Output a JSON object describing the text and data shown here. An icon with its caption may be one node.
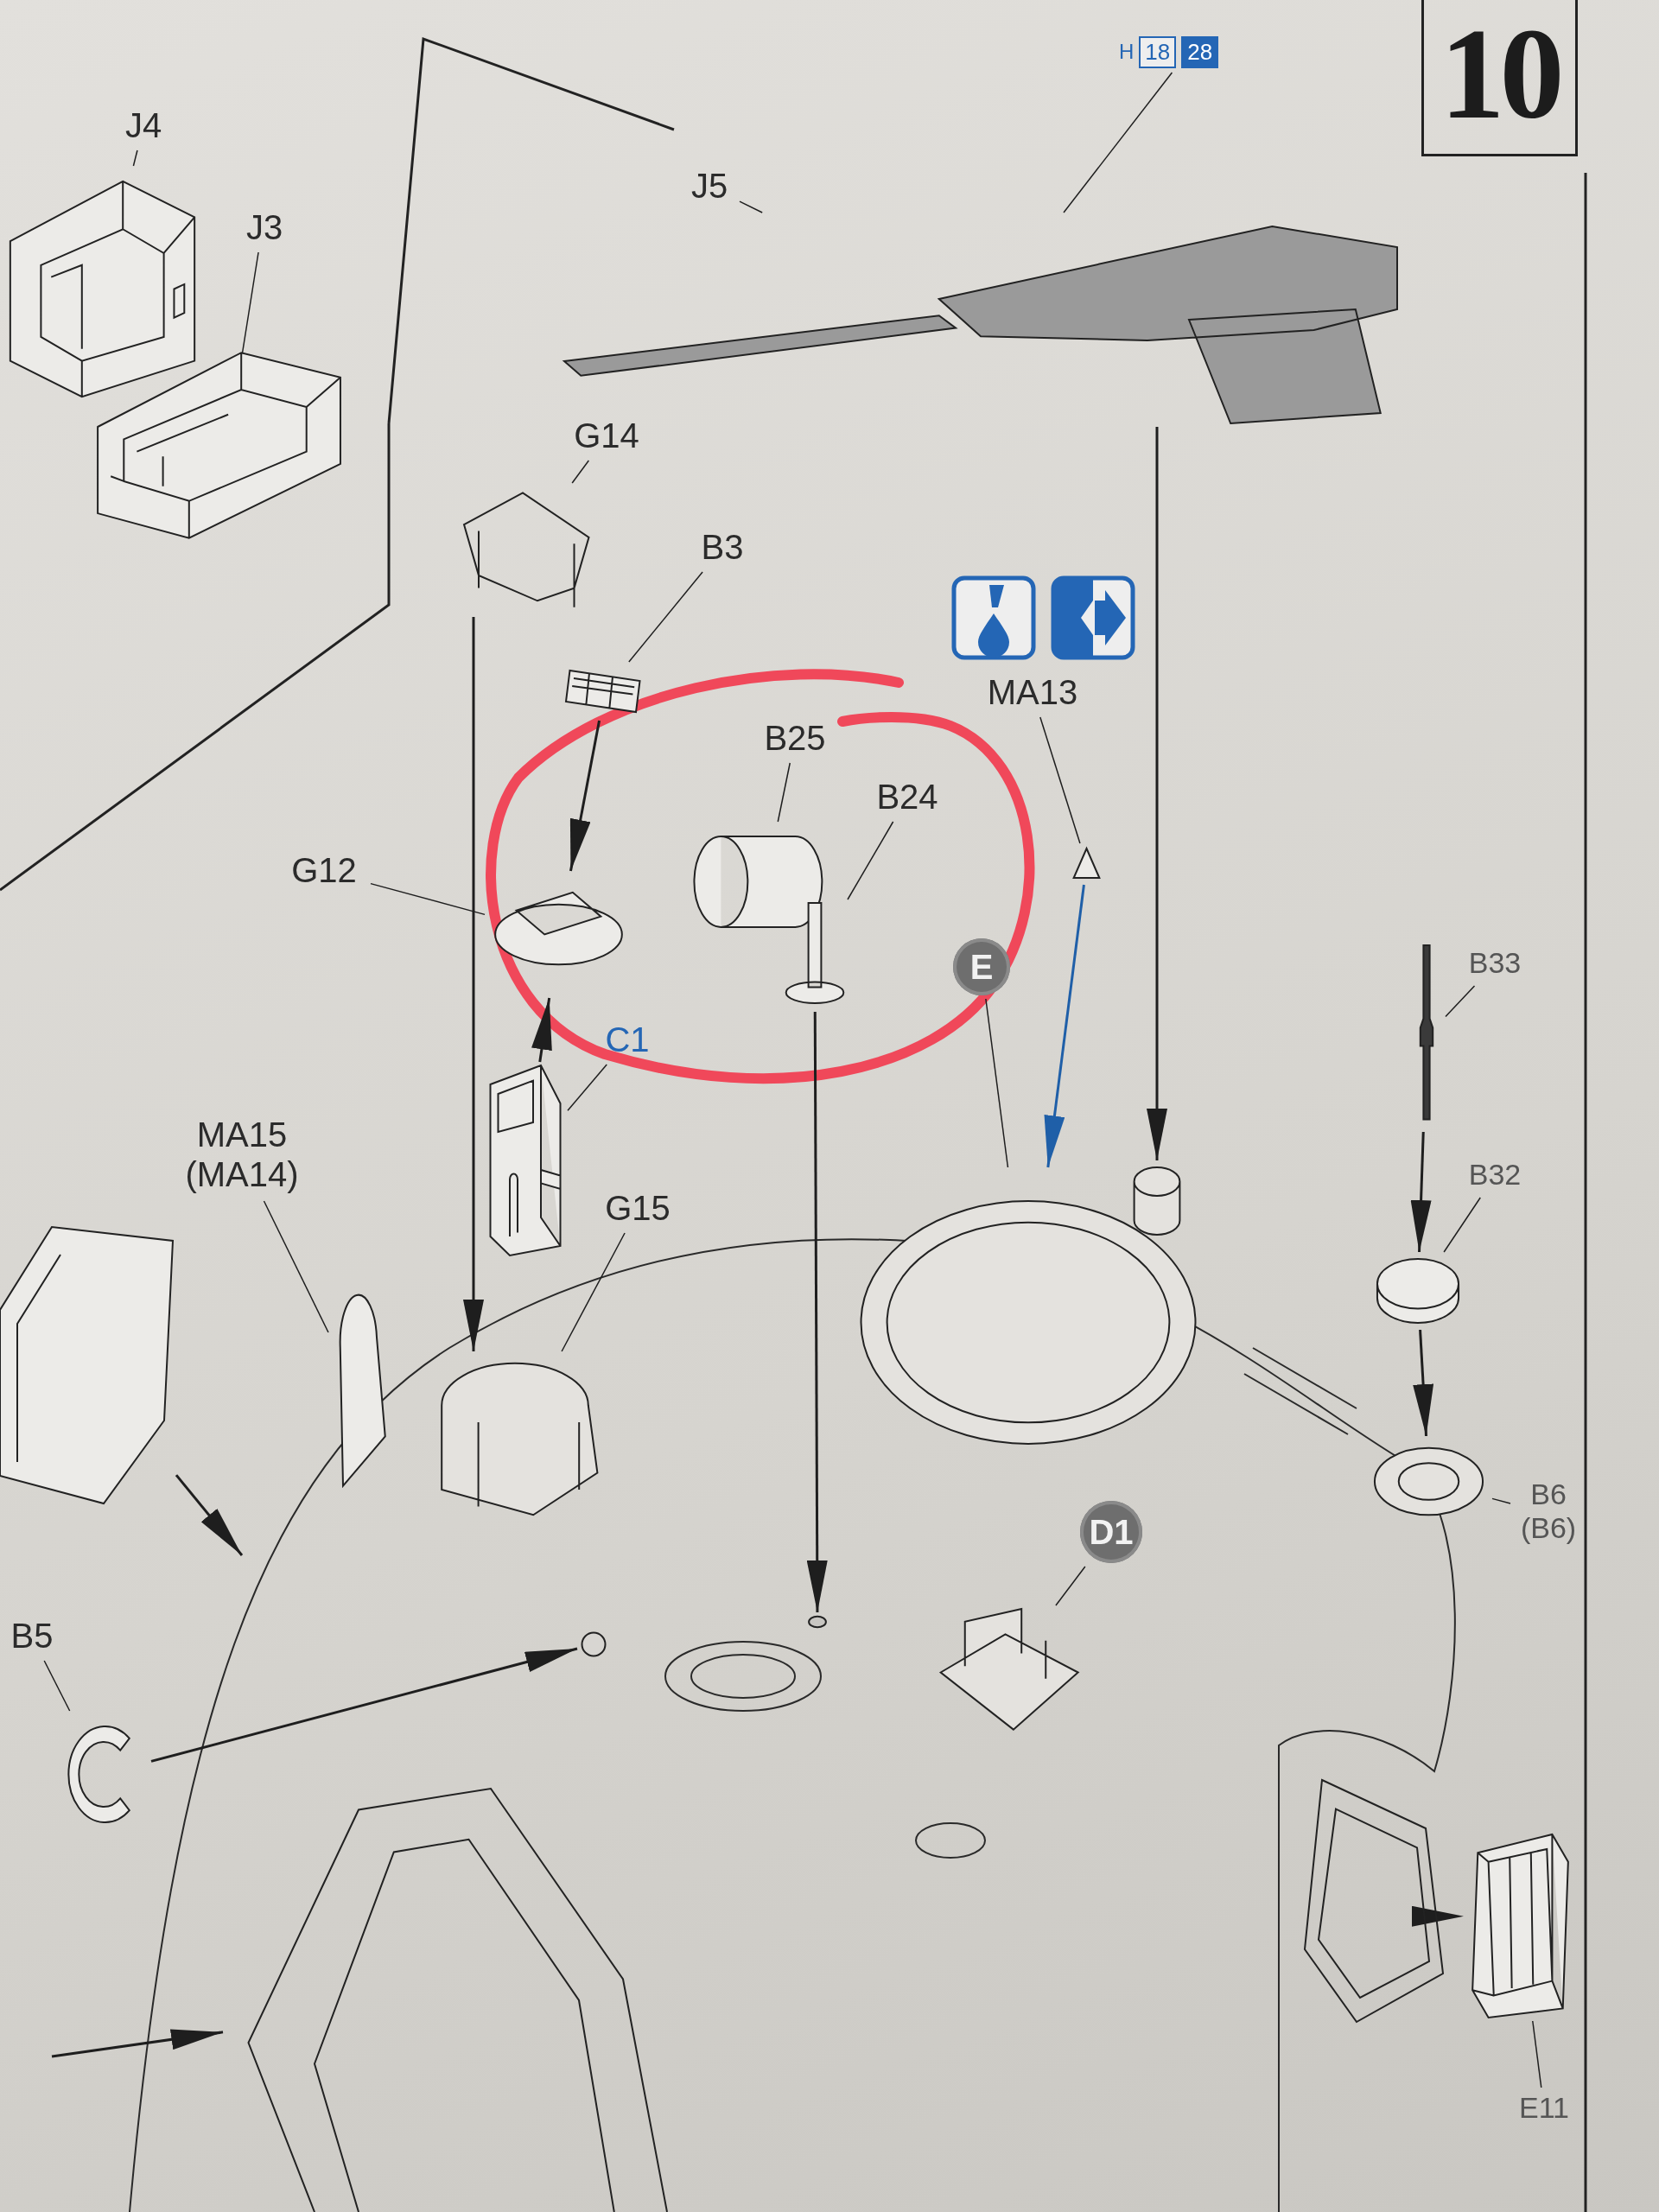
{
  "diagram": {
    "nodes": [
      {
        "text": [
          "J4"
        ]
      },
      {
        "text": [
          "J3"
        ]
      },
      {
        "text": [
          "J5"
        ]
      },
      {
        "text": [
          "G14"
        ]
      },
      {
        "text": [
          "B3"
        ]
      },
      {
        "text": [
          "B25"
        ]
      },
      {
        "text": [
          "B24"
        ]
      },
      {
        "text": [
          "MA13"
        ]
      },
      {
        "text": [
          "G12"
        ]
      },
      {
        "text": [
          "C1"
        ]
      },
      {
        "text": [
          "MA15 (MA14)"
        ]
      },
      {
        "text": [
          "G15"
        ]
      },
      {
        "text": [
          "B33"
        ]
      },
      {
        "text": [
          "B32"
        ]
      },
      {
        "text": [
          "B6 (B6)"
        ]
      },
      {
        "text": [
          "B5"
        ]
      },
      {
        "text": [
          "E11"
        ]
      },
      {
        "text": [
          "E"
        ]
      },
      {
        "text": [
          "D1"
        ]
      },
      {
        "text": [
          "H",
          "18",
          "28"
        ]
      },
      {
        "text": [],
        "shape": "picture"
      },
      {
        "text": [],
        "shape": "picture"
      },
      {
        "text": [],
        "shape": "picture"
      },
      {
        "text": [],
        "shape": "picture"
      },
      {
        "text": [],
        "shape": "picture"
      },
      {
        "text": [],
        "shape": "picture"
      },
      {
        "text": [],
        "shape": "picture"
      },
      {
        "text": [],
        "shape": "picture"
      },
      {
        "text": [],
        "shape": "picture"
      },
      {
        "text": [],
        "shape": "picture"
      },
      {
        "text": [],
        "shape": "picture"
      },
      {
        "text": [],
        "shape": "picture"
      },
      {
        "text": [],
        "shape": "picture"
      },
      {
        "text": [],
        "shape": "picture"
      },
      {
        "text": [],
        "shape": "picture"
      },
      {
        "text": [],
        "shape": "picture"
      },
      {
        "text": [],
        "shape": "picture"
      },
      {
        "text": [],
        "shape": "picture"
      },
      {
        "text": [],
        "shape": "picture"
      },
      {
        "text": [],
        "shape": "picture"
      },
      {
        "text": [],
        "shape": "circle"
      },
      {
        "text": [],
        "shape": "circle"
      },
      {
        "text": [],
        "shape": "picture"
      },
      {
        "text": [],
        "shape": "picture"
      },
      {
        "text": [],
        "shape": "picture"
      }
    ],
    "edges": [
      {
        "from": 0,
        "to": 20,
        "arrow": "none"
      },
      {
        "from": 1,
        "to": 21,
        "arrow": "none"
      },
      {
        "from": 2,
        "to": 22,
        "arrow": "none"
      },
      {
        "from": 3,
        "to": 23,
        "arrow": "none"
      },
      {
        "from": 4,
        "to": 24,
        "arrow": "none"
      },
      {
        "from": 5,
        "to": 25,
        "arrow": "none"
      },
      {
        "from": 6,
        "to": 26,
        "arrow": "none"
      },
      {
        "from": 7,
        "to": 27,
        "arrow": "none"
      },
      {
        "from": 8,
        "to": 28,
        "arrow": "none"
      },
      {
        "from": 9,
        "to": 29,
        "arrow": "none"
      },
      {
        "from": 10,
        "to": 30,
        "arrow": "none"
      },
      {
        "from": 11,
        "to": 31,
        "arrow": "none"
      },
      {
        "from": 12,
        "to": 32,
        "arrow": "none"
      },
      {
        "from": 13,
        "to": 33,
        "arrow": "none"
      },
      {
        "from": 14,
        "to": 34,
        "arrow": "none"
      },
      {
        "from": 15,
        "to": 35,
        "arrow": "none"
      },
      {
        "from": 16,
        "to": 36,
        "arrow": "none"
      },
      {
        "from": 17,
        "to": 37,
        "arrow": "none"
      },
      {
        "from": 18,
        "to": 38,
        "arrow": "none"
      },
      {
        "from": 19,
        "to": 22,
        "arrow": "none"
      },
      {
        "from": 22,
        "to": 39,
        "arrow": "to"
      },
      {
        "from": 23,
        "to": 31,
        "arrow": "to"
      },
      {
        "from": 24,
        "to": 28,
        "arrow": "to"
      },
      {
        "from": 29,
        "to": 28,
        "arrow": "to"
      },
      {
        "from": 26,
        "to": 40,
        "arrow": "to"
      },
      {
        "from": 27,
        "to": 37,
        "arrow": "to",
        "color": "#1f5fa8"
      },
      {
        "from": 32,
        "to": 33,
        "arrow": "to"
      },
      {
        "from": 33,
        "to": 34,
        "arrow": "to"
      },
      {
        "from": 35,
        "to": 41,
        "arrow": "to"
      },
      {
        "from": null,
        "to": 42,
        "arrow": "to"
      },
      {
        "from": 44,
        "to": null,
        "arrow": "to"
      },
      {
        "from": 36,
        "to": 43,
        "arrow": "to"
      }
    ],
    "labels": [
      "10"
    ]
  }
}
